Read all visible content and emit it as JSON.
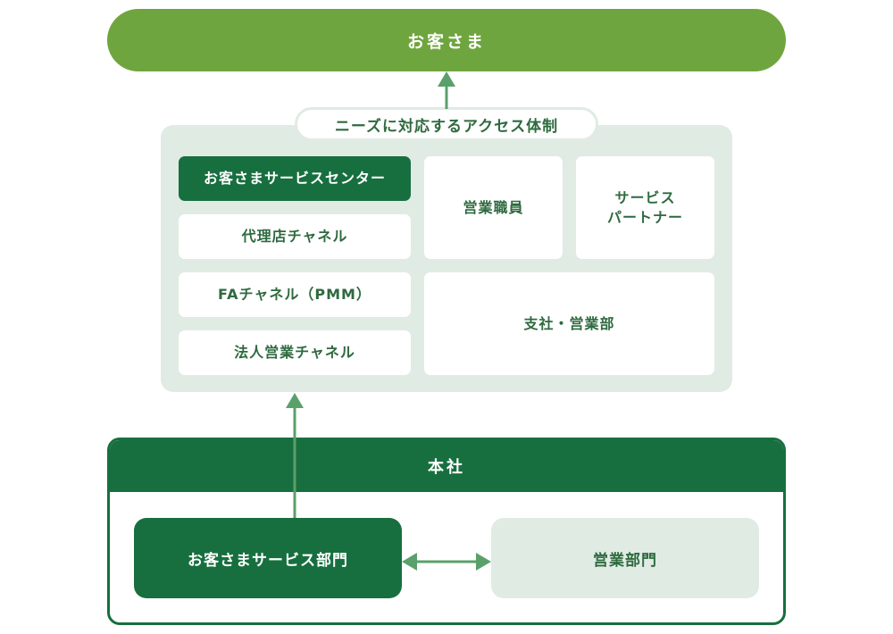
{
  "customer": {
    "label": "お客さま"
  },
  "access_system": {
    "title": "ニーズに対応するアクセス体制",
    "channels": [
      "お客さまサービスセンター",
      "代理店チャネル",
      "FAチャネル（PMM）",
      "法人営業チャネル"
    ],
    "sales_staff": "営業職員",
    "service_partner": {
      "line1": "サービス",
      "line2": "パートナー"
    },
    "branch": "支社・営業部"
  },
  "headquarters": {
    "title": "本社",
    "customer_service_dept": "お客さまサービス部門",
    "sales_dept": "営業部門"
  },
  "colors": {
    "customer_green": "#6fa53e",
    "dark_green": "#176f3f",
    "panel_bg": "#e0ebe4",
    "arrow_green": "#5aa06a",
    "text_green": "#2e6a3f"
  }
}
